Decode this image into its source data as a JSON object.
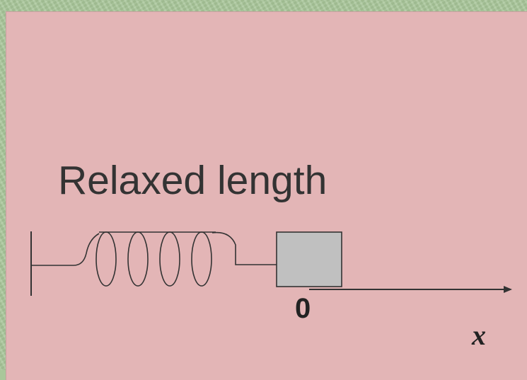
{
  "diagram": {
    "title": "Relaxed length",
    "origin_label": "0",
    "axis_label": "x",
    "colors": {
      "border_background": "#a9c79a",
      "panel_background": "#e3b5b6",
      "block_fill": "#c0c0c0",
      "line": "#333333"
    }
  }
}
